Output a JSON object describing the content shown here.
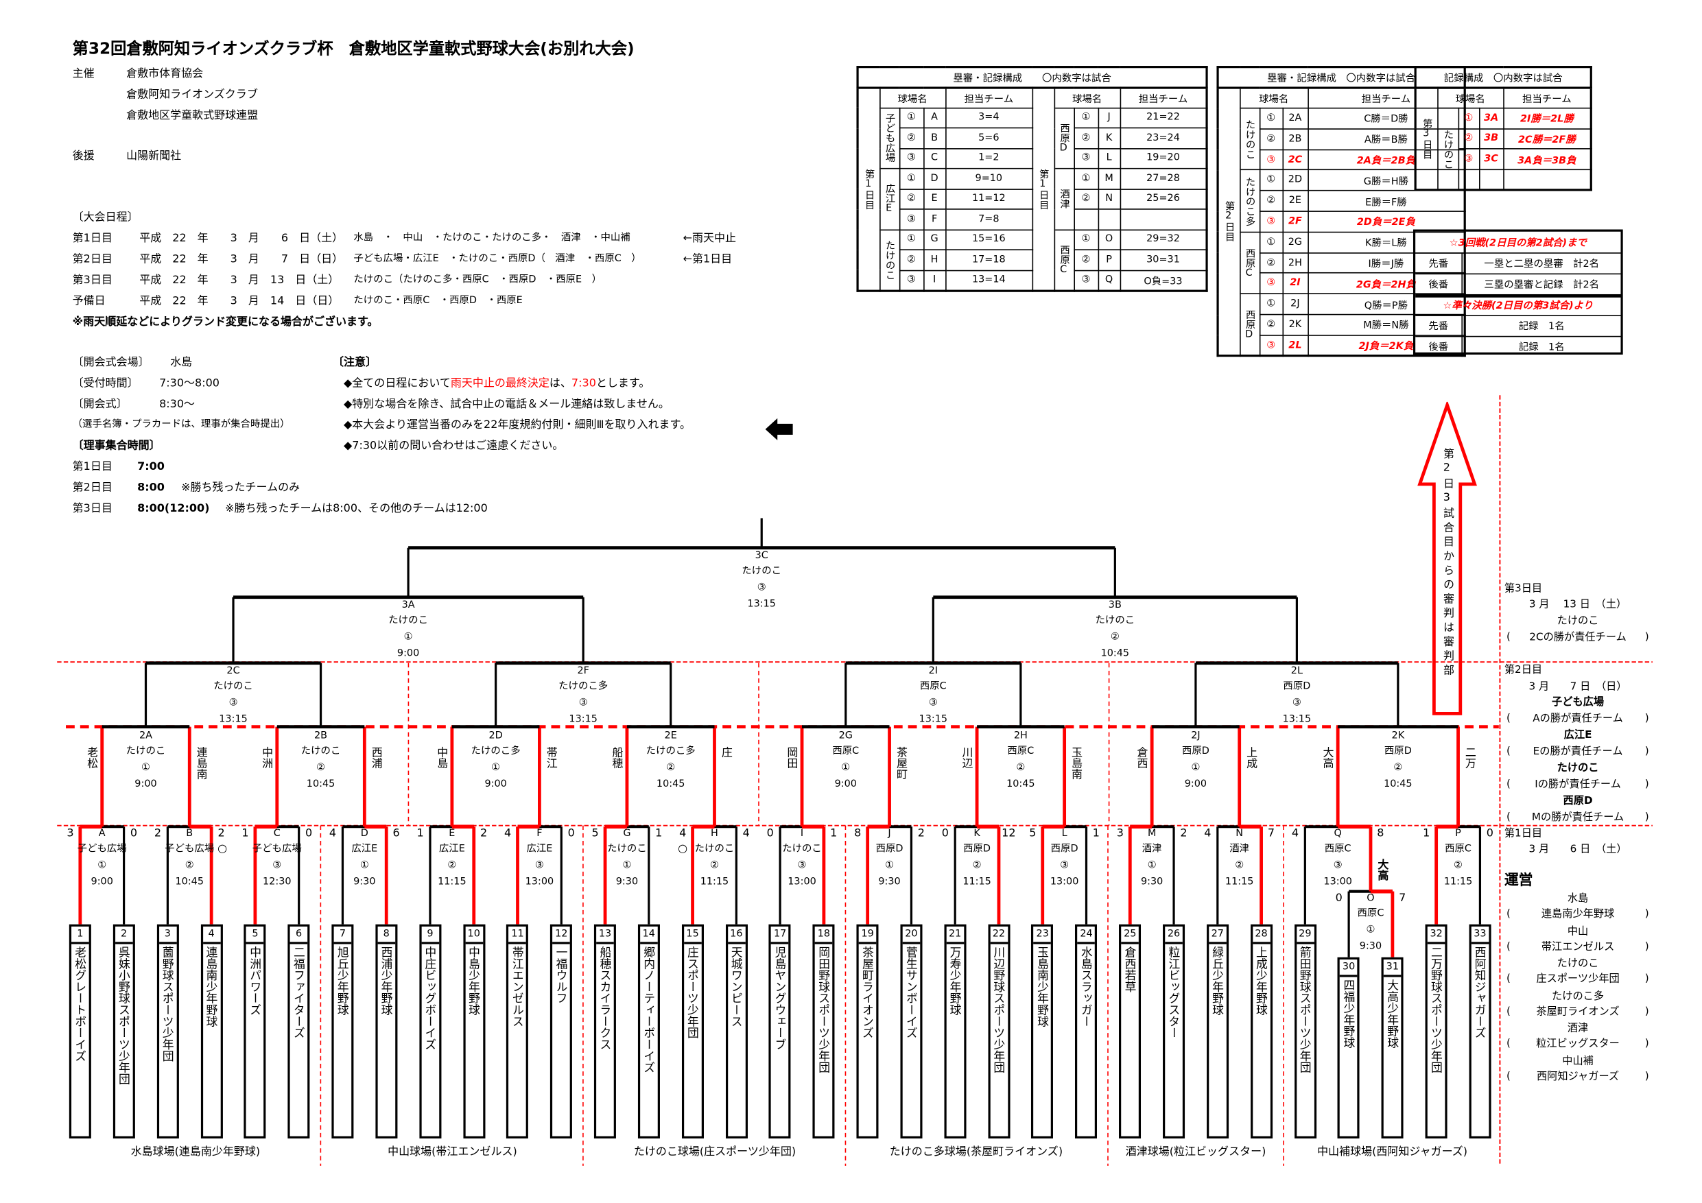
{
  "title": "第32回倉敷阿知ライオンズクラブ杯　倉敷地区学童軟式野球大会(お別れ大会)",
  "organizers": {
    "label": "主催",
    "items": [
      "倉敷市体育協会",
      "倉敷阿知ライオンズクラブ",
      "倉敷地区学童軟式野球連盟"
    ]
  },
  "supporter": {
    "label": "後援",
    "name": "山陽新聞社"
  },
  "schedule": {
    "heading": "〔大会日程〕",
    "rows": [
      {
        "day": "第1日目",
        "date": "平成　22　年　　3　月　　6　日（土）",
        "venues": "水島　・　中山　・たけのこ・たけのこ多・　酒津　・中山補",
        "note": "←雨天中止"
      },
      {
        "day": "第2日目",
        "date": "平成　22　年　　3　月　　7　日（日）",
        "venues": "子ども広場・広江E　・たけのこ・西原D（　酒津　・西原C　）",
        "note": "←第1日目"
      },
      {
        "day": "第3日目",
        "date": "平成　22　年　　3　月　13　日（土）",
        "venues": "たけのこ（たけのこ多・西原C　・西原D　・西原E　）",
        "note": ""
      },
      {
        "day": "予備日",
        "date": "平成　22　年　　3　月　14　日（日）",
        "venues": "たけのこ・西原C　・西原D　・西原E",
        "note": ""
      }
    ],
    "notice": "※雨天順延などによりグランド変更になる場合がございます。"
  },
  "opening": {
    "rows": [
      {
        "label": "〔開会式会場〕",
        "value": "水島"
      },
      {
        "label": "〔受付時間〕",
        "value": "7:30～8:00"
      },
      {
        "label": "〔開会式〕",
        "value": "8:30～"
      }
    ],
    "note": "（選手名簿・プラカードは、理事が集合時提出）"
  },
  "directors": {
    "heading": "〔理事集合時間〕",
    "rows": [
      {
        "day": "第1日目",
        "time": "7:00",
        "note": ""
      },
      {
        "day": "第2日目",
        "time": "8:00",
        "note": "※勝ち残ったチームのみ"
      },
      {
        "day": "第3日目",
        "time": "8:00(12:00)",
        "note": "※勝ち残ったチームは8:00、その他のチームは12:00"
      }
    ]
  },
  "cautions": {
    "heading": "〔注意〕",
    "items": [
      [
        {
          "text": "◆全ての日程において",
          "red": false
        },
        {
          "text": "雨天中止の最終決定",
          "red": true
        },
        {
          "text": "は、",
          "red": false
        },
        {
          "text": "7:30",
          "red": true
        },
        {
          "text": "とします。",
          "red": false
        }
      ],
      [
        {
          "text": "◆特別な場合を除き、試合中止の電話＆メール連絡は致しません。",
          "red": false
        }
      ],
      [
        {
          "text": "◆本大会より運営当番のみを22年度規約付則・細則Ⅲを取り入れます。",
          "red": false
        }
      ],
      [
        {
          "text": "◆7:30以前の問い合わせはご遠慮ください。",
          "red": false
        }
      ]
    ]
  },
  "umpire_day1": {
    "header": "塁審・記録構成　　〇内数字は試合",
    "col_venue": "球場名",
    "col_team": "担当チーム",
    "halves": [
      {
        "day": "第1日目",
        "groups": [
          {
            "venue": "子ども広場",
            "rows": [
              {
                "slot": "①",
                "code": "A",
                "team": "3=4"
              },
              {
                "slot": "②",
                "code": "B",
                "team": "5=6"
              },
              {
                "slot": "③",
                "code": "C",
                "team": "1=2"
              }
            ]
          },
          {
            "venue": "広江E",
            "rows": [
              {
                "slot": "①",
                "code": "D",
                "team": "9=10"
              },
              {
                "slot": "②",
                "code": "E",
                "team": "11=12"
              },
              {
                "slot": "③",
                "code": "F",
                "team": "7=8"
              }
            ]
          },
          {
            "venue": "たけのこ",
            "rows": [
              {
                "slot": "①",
                "code": "G",
                "team": "15=16"
              },
              {
                "slot": "②",
                "code": "H",
                "team": "17=18"
              },
              {
                "slot": "③",
                "code": "I",
                "team": "13=14"
              }
            ]
          }
        ]
      },
      {
        "day": "第1日目",
        "groups": [
          {
            "venue": "西原D",
            "rows": [
              {
                "slot": "①",
                "code": "J",
                "team": "21=22"
              },
              {
                "slot": "②",
                "code": "K",
                "team": "23=24"
              },
              {
                "slot": "③",
                "code": "L",
                "team": "19=20"
              }
            ]
          },
          {
            "venue": "酒津",
            "rows": [
              {
                "slot": "①",
                "code": "M",
                "team": "27=28"
              },
              {
                "slot": "②",
                "code": "N",
                "team": "25=26"
              },
              {
                "slot": "",
                "code": "",
                "team": ""
              }
            ]
          },
          {
            "venue": "西原C",
            "rows": [
              {
                "slot": "①",
                "code": "O",
                "team": "29=32"
              },
              {
                "slot": "②",
                "code": "P",
                "team": "30=31"
              },
              {
                "slot": "③",
                "code": "Q",
                "team": "O負=33"
              }
            ]
          }
        ]
      }
    ]
  },
  "umpire_day2": {
    "header": "塁審・記録構成　〇内数字は試合",
    "col_venue": "球場名",
    "col_team": "担当チーム",
    "halves": [
      {
        "day": "第2日目",
        "groups": [
          {
            "venue": "たけのこ",
            "rows": [
              {
                "slot": "①",
                "code": "2A",
                "team": "C勝＝D勝"
              },
              {
                "slot": "②",
                "code": "2B",
                "team": "A勝＝B勝"
              },
              {
                "slot": "③",
                "code": "2C",
                "team": "2A負＝2B負",
                "red": true
              }
            ]
          },
          {
            "venue": "たけのこ多",
            "rows": [
              {
                "slot": "①",
                "code": "2D",
                "team": "G勝＝H勝"
              },
              {
                "slot": "②",
                "code": "2E",
                "team": "E勝＝F勝"
              },
              {
                "slot": "③",
                "code": "2F",
                "team": "2D負＝2E負",
                "red": true
              }
            ]
          },
          {
            "venue": "西原C",
            "rows": [
              {
                "slot": "①",
                "code": "2G",
                "team": "K勝＝L勝"
              },
              {
                "slot": "②",
                "code": "2H",
                "team": "I勝＝J勝"
              },
              {
                "slot": "③",
                "code": "2I",
                "team": "2G負＝2H負",
                "red": true
              }
            ]
          },
          {
            "venue": "西原D",
            "rows": [
              {
                "slot": "①",
                "code": "2J",
                "team": "Q勝＝P勝"
              },
              {
                "slot": "②",
                "code": "2K",
                "team": "M勝＝N勝"
              },
              {
                "slot": "③",
                "code": "2L",
                "team": "2J負＝2K負",
                "red": true
              }
            ]
          }
        ]
      }
    ]
  },
  "umpire_day3": {
    "header": "記録構成　〇内数字は試合",
    "col_venue": "球場名",
    "col_team": "担当チーム",
    "halves": [
      {
        "day": "第3日目",
        "groups": [
          {
            "venue": "たけのこ",
            "rows": [
              {
                "slot": "①",
                "code": "3A",
                "team": "2I勝＝2L勝",
                "red": true
              },
              {
                "slot": "②",
                "code": "3B",
                "team": "2C勝＝2F勝",
                "red": true
              },
              {
                "slot": "③",
                "code": "3C",
                "team": "3A負＝3B負",
                "red": true
              },
              {
                "slot": "",
                "code": "",
                "team": ""
              }
            ]
          }
        ]
      }
    ]
  },
  "duty_notes": {
    "section1": "☆3回戦(2日目の第2試合)まで",
    "first1": {
      "k": "先番",
      "v": "一塁と二塁の塁審　計2名"
    },
    "second1": {
      "k": "後番",
      "v": "三塁の塁審と記録　計2名"
    },
    "section2": "☆準々決勝(2日目の第3試合)より",
    "first2": {
      "k": "先番",
      "v": "記録　1名"
    },
    "second2": {
      "k": "後番",
      "v": "記録　1名"
    }
  },
  "referee_arrow": "第2日3試合目からの審判は審判部",
  "right_panel": {
    "paren_open": "(",
    "paren_close": ")",
    "day3": {
      "label": "第3日目",
      "date": "3 月　 13 日　（土）",
      "entries": [
        {
          "venue": "たけのこ",
          "duty": "2Cの勝が責任チーム"
        }
      ]
    },
    "day2": {
      "label": "第2日目",
      "date": "3 月　　7 日　（日）",
      "entries": [
        {
          "venue": "子ども広場",
          "duty": "Aの勝が責任チーム"
        },
        {
          "venue": "広江E",
          "duty": "Eの勝が責任チーム"
        },
        {
          "venue": "たけのこ",
          "duty": "Iの勝が責任チーム"
        },
        {
          "venue": "西原D",
          "duty": "Mの勝が責任チーム"
        }
      ]
    },
    "day1": {
      "label": "第1日目",
      "date": "3 月　　6 日　（土）"
    },
    "operations": {
      "heading": "運営",
      "entries": [
        {
          "venue": "水島",
          "team": "連島南少年野球"
        },
        {
          "venue": "中山",
          "team": "帯江エンゼルス"
        },
        {
          "venue": "たけのこ",
          "team": "庄スポーツ少年団"
        },
        {
          "venue": "たけのこ多",
          "team": "茶屋町ライオンズ"
        },
        {
          "venue": "酒津",
          "team": "粒江ビッグスター"
        },
        {
          "venue": "中山補",
          "team": "西阿知ジャガーズ"
        }
      ]
    }
  },
  "bracket": {
    "teams": [
      {
        "no": "1",
        "name": "老松グレートボーイズ"
      },
      {
        "no": "2",
        "name": "呉妹小野球スポーツ少年団"
      },
      {
        "no": "3",
        "name": "薗野球スポーツ少年団"
      },
      {
        "no": "4",
        "name": "連島南少年野球"
      },
      {
        "no": "5",
        "name": "中洲パワーズ"
      },
      {
        "no": "6",
        "name": "二福ファイターズ"
      },
      {
        "no": "7",
        "name": "旭丘少年野球"
      },
      {
        "no": "8",
        "name": "西浦少年野球"
      },
      {
        "no": "9",
        "name": "中庄ビッグボーイズ"
      },
      {
        "no": "10",
        "name": "中島少年野球"
      },
      {
        "no": "11",
        "name": "帯江エンゼルス"
      },
      {
        "no": "12",
        "name": "一福ウルフ"
      },
      {
        "no": "13",
        "name": "船穂スカイラークス"
      },
      {
        "no": "14",
        "name": "郷内ノーティーボーイズ"
      },
      {
        "no": "15",
        "name": "庄スポーツ少年団"
      },
      {
        "no": "16",
        "name": "天城ワンピース"
      },
      {
        "no": "17",
        "name": "児島ヤングウェーブ"
      },
      {
        "no": "18",
        "name": "岡田野球スポーツ少年団"
      },
      {
        "no": "19",
        "name": "茶屋町ライオンズ"
      },
      {
        "no": "20",
        "name": "菅生サンボーイズ"
      },
      {
        "no": "21",
        "name": "万寿少年野球"
      },
      {
        "no": "22",
        "name": "川辺野球スポーツ少年団"
      },
      {
        "no": "23",
        "name": "玉島南少年野球"
      },
      {
        "no": "24",
        "name": "水島スラッガー"
      },
      {
        "no": "25",
        "name": "倉西若草"
      },
      {
        "no": "26",
        "name": "粒江ビッグスター"
      },
      {
        "no": "27",
        "name": "緑丘少年野球"
      },
      {
        "no": "28",
        "name": "上成少年野球"
      },
      {
        "no": "29",
        "name": "箭田野球スポーツ少年団"
      },
      {
        "no": "30",
        "name": "四福少年野球"
      },
      {
        "no": "31",
        "name": "大高少年野球"
      },
      {
        "no": "32",
        "name": "二万野球スポーツ少年団"
      },
      {
        "no": "33",
        "name": "西阿知ジャガーズ"
      }
    ],
    "round1": [
      {
        "code": "A",
        "venue": "子ども広場",
        "slot": "①",
        "time": "9:00",
        "teams": [
          1,
          2
        ],
        "scores": [
          "3",
          "0"
        ],
        "winner": 0
      },
      {
        "code": "B",
        "venue": "子ども広場",
        "slot": "②",
        "time": "10:45",
        "teams": [
          3,
          4
        ],
        "scores": [
          "2",
          "2"
        ],
        "winner": 1,
        "mark": "○"
      },
      {
        "code": "C",
        "venue": "子ども広場",
        "slot": "③",
        "time": "12:30",
        "teams": [
          5,
          6
        ],
        "scores": [
          "1",
          "0"
        ],
        "winner": 0
      },
      {
        "code": "D",
        "venue": "広江E",
        "slot": "①",
        "time": "9:30",
        "teams": [
          7,
          8
        ],
        "scores": [
          "4",
          "6"
        ],
        "winner": 1
      },
      {
        "code": "E",
        "venue": "広江E",
        "slot": "②",
        "time": "11:15",
        "teams": [
          9,
          10
        ],
        "scores": [
          "1",
          "2"
        ],
        "winner": 1
      },
      {
        "code": "F",
        "venue": "広江E",
        "slot": "③",
        "time": "13:00",
        "teams": [
          11,
          12
        ],
        "scores": [
          "4",
          "0"
        ],
        "winner": 0
      },
      {
        "code": "G",
        "venue": "たけのこ",
        "slot": "①",
        "time": "9:30",
        "teams": [
          13,
          14
        ],
        "scores": [
          "5",
          "1"
        ],
        "winner": 0
      },
      {
        "code": "H",
        "venue": "たけのこ",
        "slot": "②",
        "time": "11:15",
        "teams": [
          15,
          16
        ],
        "scores": [
          "4",
          "4"
        ],
        "winner": 0,
        "mark": "○"
      },
      {
        "code": "I",
        "venue": "たけのこ",
        "slot": "③",
        "time": "13:00",
        "teams": [
          17,
          18
        ],
        "scores": [
          "0",
          "1"
        ],
        "winner": 1
      },
      {
        "code": "J",
        "venue": "西原D",
        "slot": "①",
        "time": "9:30",
        "teams": [
          19,
          20
        ],
        "scores": [
          "8",
          "2"
        ],
        "winner": 0
      },
      {
        "code": "K",
        "venue": "西原D",
        "slot": "②",
        "time": "11:15",
        "teams": [
          21,
          22
        ],
        "scores": [
          "0",
          "12"
        ],
        "winner": 1
      },
      {
        "code": "L",
        "venue": "西原D",
        "slot": "③",
        "time": "13:00",
        "teams": [
          23,
          24
        ],
        "scores": [
          "5",
          "1"
        ],
        "winner": 0
      },
      {
        "code": "M",
        "venue": "酒津",
        "slot": "①",
        "time": "9:30",
        "teams": [
          25,
          26
        ],
        "scores": [
          "3",
          "2"
        ],
        "winner": 0
      },
      {
        "code": "N",
        "venue": "酒津",
        "slot": "②",
        "time": "11:15",
        "teams": [
          27,
          28
        ],
        "scores": [
          "4",
          "7"
        ],
        "winner": 1
      },
      {
        "code": "O",
        "venue": "西原C",
        "slot": "①",
        "time": "9:30",
        "teams": [
          30,
          31
        ],
        "scores": [
          "0",
          "7"
        ],
        "winner": 1,
        "winner_label": "大高"
      },
      {
        "code": "Q",
        "venue": "西原C",
        "slot": "③",
        "time": "13:00",
        "teams": [
          29,
          "O"
        ],
        "scores": [
          "4",
          "8"
        ],
        "winner": 1
      },
      {
        "code": "P",
        "venue": "西原C",
        "slot": "②",
        "time": "11:15",
        "teams": [
          32,
          33
        ],
        "scores": [
          "1",
          "0"
        ],
        "winner": 0
      }
    ],
    "round2": [
      {
        "code": "2A",
        "venue": "たけのこ",
        "slot": "①",
        "time": "9:00",
        "teams": [
          "A",
          "B"
        ],
        "names": [
          "老松",
          "連島南"
        ]
      },
      {
        "code": "2B",
        "venue": "たけのこ",
        "slot": "②",
        "time": "10:45",
        "teams": [
          "C",
          "D"
        ],
        "names": [
          "中洲",
          "西浦"
        ]
      },
      {
        "code": "2D",
        "venue": "たけのこ多",
        "slot": "①",
        "time": "9:00",
        "teams": [
          "E",
          "F"
        ],
        "names": [
          "中島",
          "帯江"
        ]
      },
      {
        "code": "2E",
        "venue": "たけのこ多",
        "slot": "②",
        "time": "10:45",
        "teams": [
          "G",
          "H"
        ],
        "names": [
          "船穂",
          "庄"
        ]
      },
      {
        "code": "2G",
        "venue": "西原C",
        "slot": "①",
        "time": "9:00",
        "teams": [
          "I",
          "J"
        ],
        "names": [
          "岡田",
          "茶屋町"
        ]
      },
      {
        "code": "2H",
        "venue": "西原C",
        "slot": "②",
        "time": "10:45",
        "teams": [
          "K",
          "L"
        ],
        "names": [
          "川辺",
          "玉島南"
        ]
      },
      {
        "code": "2J",
        "venue": "西原D",
        "slot": "①",
        "time": "9:00",
        "teams": [
          "M",
          "N"
        ],
        "names": [
          "倉西",
          "上成"
        ]
      },
      {
        "code": "2K",
        "venue": "西原D",
        "slot": "②",
        "time": "10:45",
        "teams": [
          "Q",
          "P"
        ],
        "names": [
          "大高",
          "二万"
        ]
      }
    ],
    "round3": [
      {
        "code": "2C",
        "venue": "たけのこ",
        "slot": "③",
        "time": "13:15",
        "teams": [
          "2A",
          "2B"
        ]
      },
      {
        "code": "2F",
        "venue": "たけのこ多",
        "slot": "③",
        "time": "13:15",
        "teams": [
          "2D",
          "2E"
        ]
      },
      {
        "code": "2I",
        "venue": "西原C",
        "slot": "③",
        "time": "13:15",
        "teams": [
          "2G",
          "2H"
        ]
      },
      {
        "code": "2L",
        "venue": "西原D",
        "slot": "③",
        "time": "13:15",
        "teams": [
          "2J",
          "2K"
        ]
      }
    ],
    "quarter": [
      {
        "code": "3A",
        "venue": "たけのこ",
        "slot": "①",
        "time": "9:00",
        "teams": [
          "2C",
          "2F"
        ]
      },
      {
        "code": "3B",
        "venue": "たけのこ",
        "slot": "②",
        "time": "10:45",
        "teams": [
          "2I",
          "2L"
        ]
      }
    ],
    "final": [
      {
        "code": "3C",
        "venue": "たけのこ",
        "slot": "③",
        "time": "13:15",
        "teams": [
          "3A",
          "3B"
        ]
      }
    ],
    "venues": [
      "水島球場(連島南少年野球)",
      "中山球場(帯江エンゼルス)",
      "たけのこ球場(庄スポーツ少年団)",
      "たけのこ多球場(茶屋町ライオンズ)",
      "酒津球場(粒江ビッグスター)",
      "中山補球場(西阿知ジャガーズ)"
    ]
  },
  "colors": {
    "red": "#ff0000",
    "black": "#000000"
  }
}
